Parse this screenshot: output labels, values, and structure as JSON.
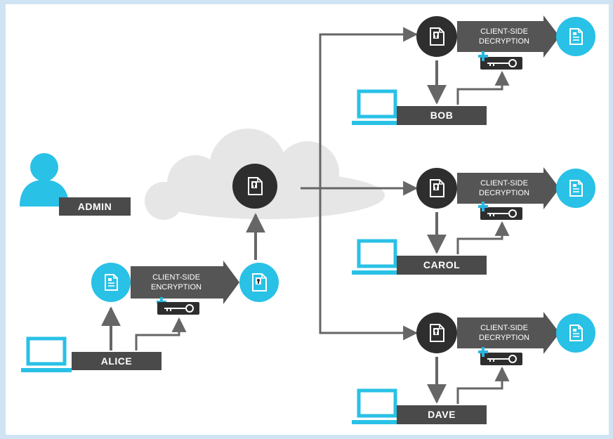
{
  "admin": {
    "label": "ADMIN"
  },
  "alice": {
    "label": "ALICE",
    "step_line1": "CLIENT-SIDE",
    "step_line2": "ENCRYPTION"
  },
  "recipients": [
    {
      "label": "BOB",
      "step_line1": "CLIENT-SIDE",
      "step_line2": "DECRYPTION"
    },
    {
      "label": "CAROL",
      "step_line1": "CLIENT-SIDE",
      "step_line2": "DECRYPTION"
    },
    {
      "label": "DAVE",
      "step_line1": "CLIENT-SIDE",
      "step_line2": "DECRYPTION"
    }
  ],
  "colors": {
    "cyan": "#29c1e6",
    "dark": "#2e2e2e",
    "label_bg": "#4a4a4a",
    "arrow": "#666666",
    "cloud": "#e6e6e6",
    "plus": "#29b6e0"
  },
  "icons": [
    "user-icon",
    "laptop-icon",
    "document-icon",
    "locked-document-icon",
    "key-icon",
    "plus-icon",
    "cloud-icon"
  ]
}
